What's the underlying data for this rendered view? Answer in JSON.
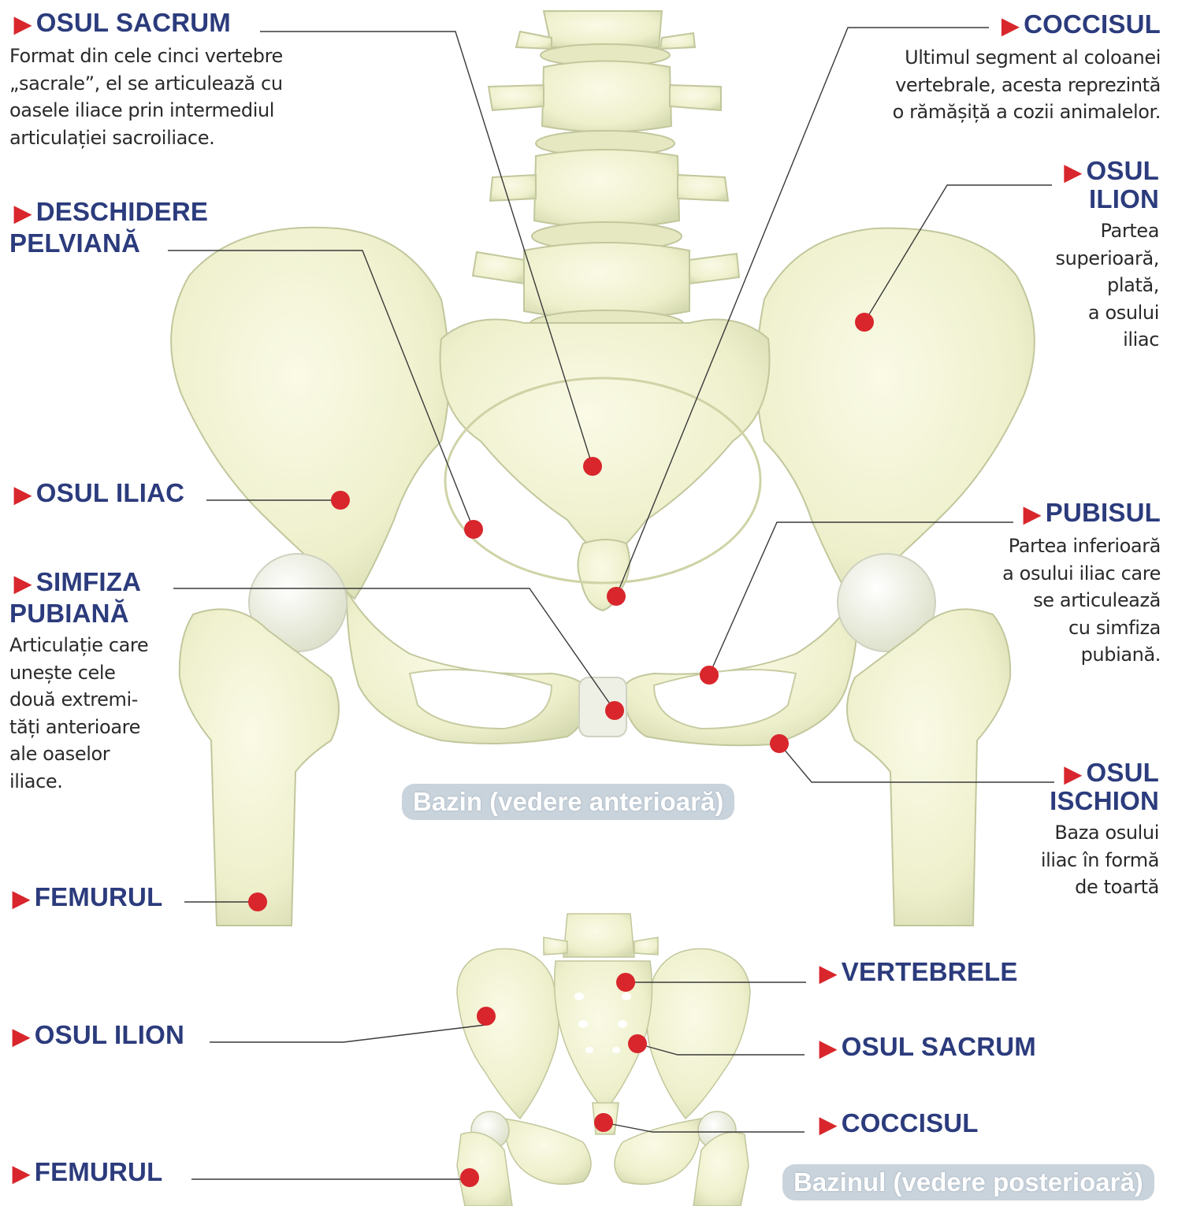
{
  "colors": {
    "bone": "#f2f2d4",
    "bone_shadow": "#d9dcb2",
    "bone_outline": "#bfc49a",
    "accent_red": "#d8262c",
    "title_blue": "#2b3b7c",
    "leader_line": "#3a3a3a"
  },
  "captions": {
    "anterior": "Bazin (vedere anterioară)",
    "posterior": "Bazinul (vedere posterioară)"
  },
  "labels": {
    "osul_sacrum": {
      "title": "OSUL SACRUM",
      "desc": [
        "Format din cele cinci vertebre",
        "„sacrale”, el se articulează cu",
        "oasele iliace prin intermediul",
        "articulației sacroiliace."
      ]
    },
    "deschidere_pelviana": {
      "title": [
        "DESCHIDERE",
        "PELVIANĂ"
      ]
    },
    "osul_iliac": {
      "title": "OSUL ILIAC"
    },
    "simfiza_pubiana": {
      "title": [
        "SIMFIZA",
        "PUBIANĂ"
      ],
      "desc": [
        "Articulație care",
        "unește cele",
        "două extremi-",
        "tăți anterioare",
        "ale oaselor",
        "iliace."
      ]
    },
    "femurul_top": {
      "title": "FEMURUL"
    },
    "coccisul_top": {
      "title": "COCCISUL",
      "desc": [
        "Ultimul segment al coloanei",
        "vertebrale, acesta reprezintă",
        "o rămășiță a cozii animalelor."
      ]
    },
    "osul_ilion_top": {
      "title": [
        "OSUL",
        "ILION"
      ],
      "desc": [
        "Partea",
        "superioară,",
        "plată,",
        "a osului",
        "iliac"
      ]
    },
    "pubisul": {
      "title": "PUBISUL",
      "desc": [
        "Partea inferioară",
        "a osului iliac care",
        "se articulează",
        "cu simfiza",
        "pubiană."
      ]
    },
    "osul_ischion": {
      "title": [
        "OSUL",
        "ISCHION"
      ],
      "desc": [
        "Baza osului",
        "iliac în formă",
        "de toartă"
      ]
    },
    "osul_ilion_bottom": {
      "title": "OSUL ILION"
    },
    "femurul_bottom": {
      "title": "FEMURUL"
    },
    "vertebrele": {
      "title": "VERTEBRELE"
    },
    "osul_sacrum_bottom": {
      "title": "OSUL SACRUM"
    },
    "coccisul_bottom": {
      "title": "COCCISUL"
    }
  }
}
